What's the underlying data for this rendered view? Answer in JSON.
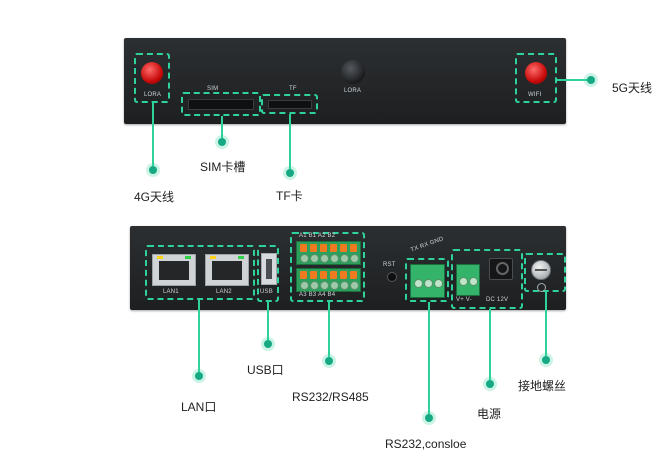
{
  "colors": {
    "accent": "#2fd39a",
    "dot": "#17a884",
    "panel": "#1d1f21",
    "antenna": "#d21010",
    "terminal": "#2d9f5c",
    "pin": "#f07a1f"
  },
  "top_panel": {
    "lora_antenna_label": "LORA",
    "sim_label": "SIM",
    "tf_label": "TF",
    "lora_label": "LORA",
    "wifi_label": "WIFI"
  },
  "bottom_panel": {
    "lan1_label": "LAN1",
    "lan2_label": "LAN2",
    "usb_label": "USB",
    "rst_label": "RST",
    "rs_top_label": "A1 B1   A2 B2",
    "rs_bottom_label": "A3 B3   A4 B4",
    "console_label": "TX RX GND",
    "power_pins_label": "V+ V-",
    "dc_label": "DC 12V"
  },
  "callouts": {
    "g5_antenna": "5G天线",
    "sim_slot": "SIM卡槽",
    "g4_antenna": "4G天线",
    "tf_card": "TF卡",
    "usb_port": "USB口",
    "lan_port": "LAN口",
    "rs232_rs485": "RS232/RS485",
    "power": "电源",
    "ground_screw": "接地螺丝",
    "rs232_console": "RS232,consloe"
  }
}
